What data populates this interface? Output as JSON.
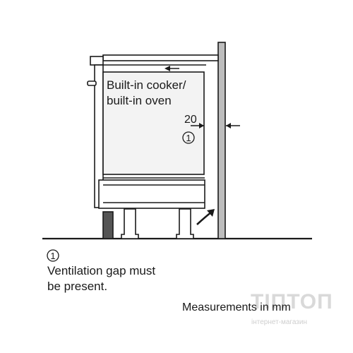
{
  "cooker_label": {
    "line1": "Built-in cooker/",
    "line2": "built-in oven"
  },
  "gap": {
    "value": "20",
    "marker": "1"
  },
  "legend": {
    "marker": "1",
    "line1": "Ventilation gap must",
    "line2": "be present."
  },
  "measurements_note": "Measurements in mm",
  "watermark": {
    "brand": "ТІПТОП",
    "sub": "інтернет-магазин"
  },
  "colors": {
    "line": "#1a1a1a",
    "wall": "#bdbdbd",
    "oven_body": "#f3f3f3",
    "dark_panel": "#555555",
    "watermark": "#d9d9d9"
  }
}
